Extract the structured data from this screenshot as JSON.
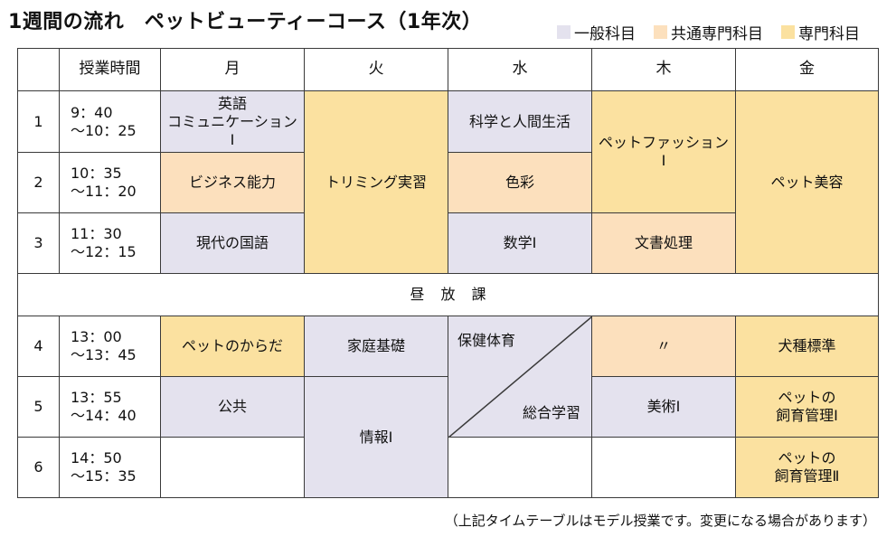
{
  "title": "1週間の流れ　ペットビューティーコース（1年次）",
  "legend": [
    {
      "label": "一般科目",
      "color": "#e4e2ee"
    },
    {
      "label": "共通専門科目",
      "color": "#fce0bd"
    },
    {
      "label": "専門科目",
      "color": "#fbe1a0"
    }
  ],
  "header": {
    "corner": "",
    "time": "授業時間",
    "days": [
      "月",
      "火",
      "水",
      "木",
      "金"
    ]
  },
  "rows": [
    {
      "period": "1",
      "time": "9：40\n～10：25"
    },
    {
      "period": "2",
      "time": "10：35\n～11：20"
    },
    {
      "period": "3",
      "time": "11：30\n～12：15"
    },
    {
      "period": "4",
      "time": "13：00\n～13：45"
    },
    {
      "period": "5",
      "time": "13：55\n～14：40"
    },
    {
      "period": "6",
      "time": "14：50\n～15：35"
    }
  ],
  "lunch": "昼放課",
  "subjects": {
    "mon1": "英語\nコミュニケーション\nⅠ",
    "mon2": "ビジネス能力",
    "mon3": "現代の国語",
    "mon4": "ペットのからだ",
    "mon5": "公共",
    "mon6": "",
    "tue123": "トリミング実習",
    "tue4": "家庭基礎",
    "tue56": "情報Ⅰ",
    "wed1": "科学と人間生活",
    "wed2": "色彩",
    "wed3": "数学Ⅰ",
    "wed45_top": "保健体育",
    "wed45_bottom": "総合学習",
    "wed6": "",
    "thu12": "ペットファッション\nⅠ",
    "thu3": "文書処理",
    "thu4": "〃",
    "thu5": "美術Ⅰ",
    "thu6": "",
    "fri123": "ペット美容",
    "fri4": "犬種標準",
    "fri5": "ペットの\n飼育管理Ⅰ",
    "fri6": "ペットの\n飼育管理Ⅱ"
  },
  "note": "（上記タイムテーブルはモデル授業です。変更になる場合があります）"
}
